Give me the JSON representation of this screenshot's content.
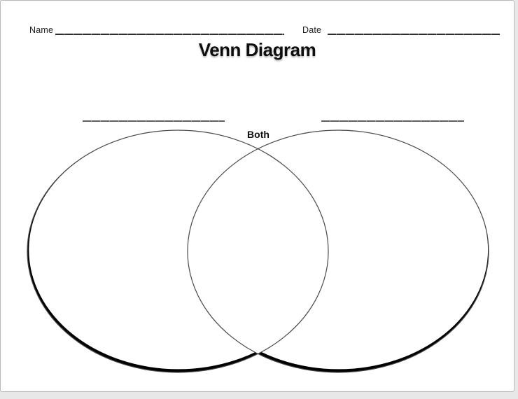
{
  "page": {
    "header": {
      "name_label": "Name",
      "name_value": "",
      "date_label": "Date",
      "date_value": ""
    },
    "title": "Venn Diagram",
    "diagram": {
      "type": "venn-template",
      "both_label": "Both",
      "left_category_value": "",
      "right_category_value": ""
    },
    "colors": {
      "circle_stroke": "#4a4a4a",
      "circle_shadow": "#000000",
      "blank_line": "#5f5f5f",
      "header_line": "#2e2e2e",
      "text": "#0e0e0e",
      "page_background": "#ffffff",
      "outer_background": "#e8e8e8"
    }
  }
}
